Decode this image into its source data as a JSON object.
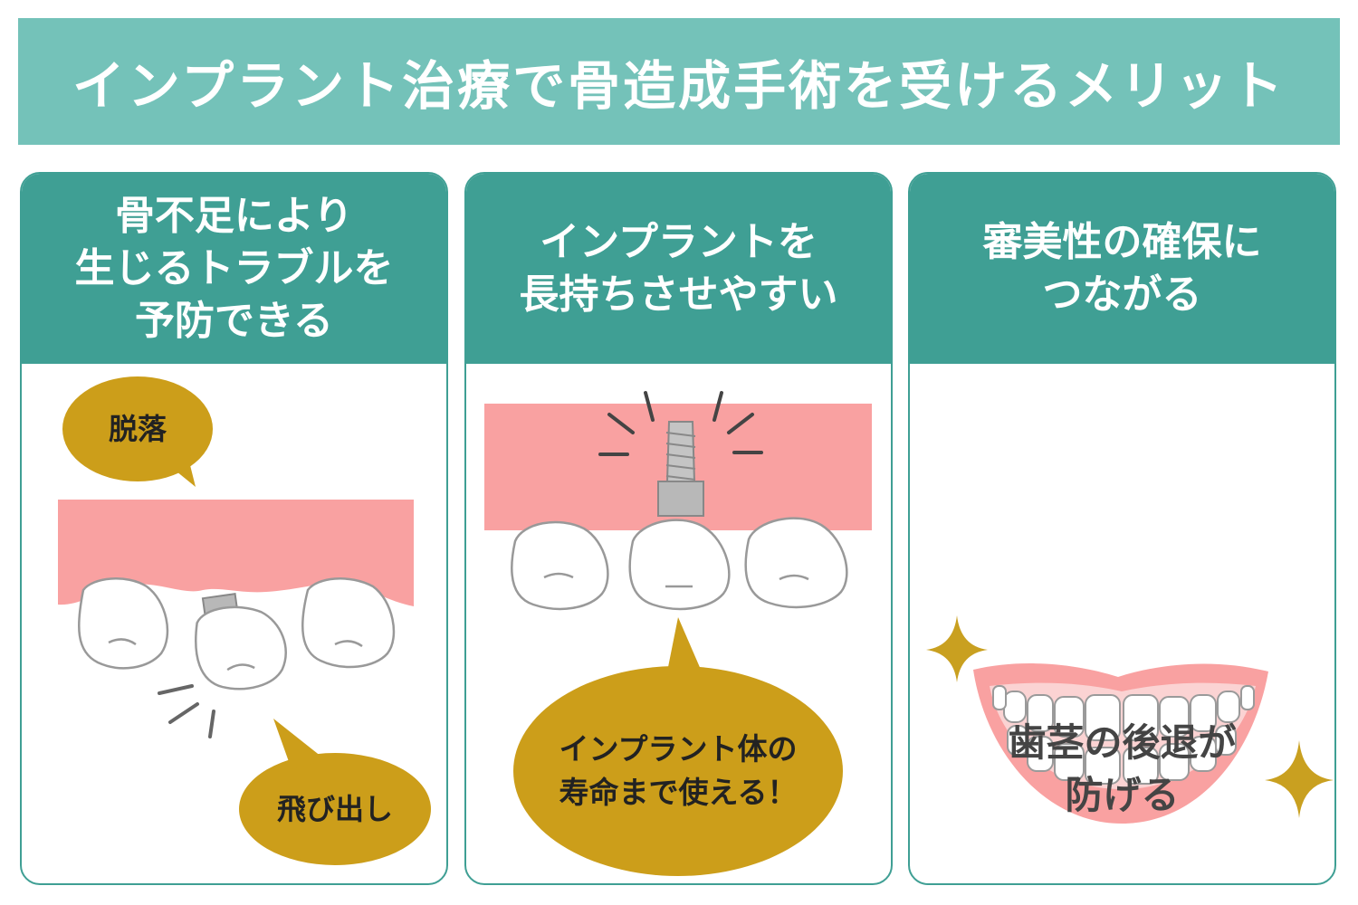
{
  "title": "インプラント治療で骨造成手術を受けるメリット",
  "colors": {
    "banner": "#74c2b9",
    "card_header": "#3f9f94",
    "gum": "#f9a1a1",
    "bubble": "#cc9e1a",
    "sparkle": "#c9a020"
  },
  "cards": [
    {
      "heading": "骨不足により\n生じるトラブルを\n予防できる",
      "bubble_top": "脱落",
      "bubble_bottom": "飛び出し"
    },
    {
      "heading": "インプラントを\n長持ちさせやすい",
      "bubble": "インプラント体の\n寿命まで使える！"
    },
    {
      "heading": "審美性の確保に\nつながる",
      "caption": "歯茎の後退が\n防げる"
    }
  ]
}
